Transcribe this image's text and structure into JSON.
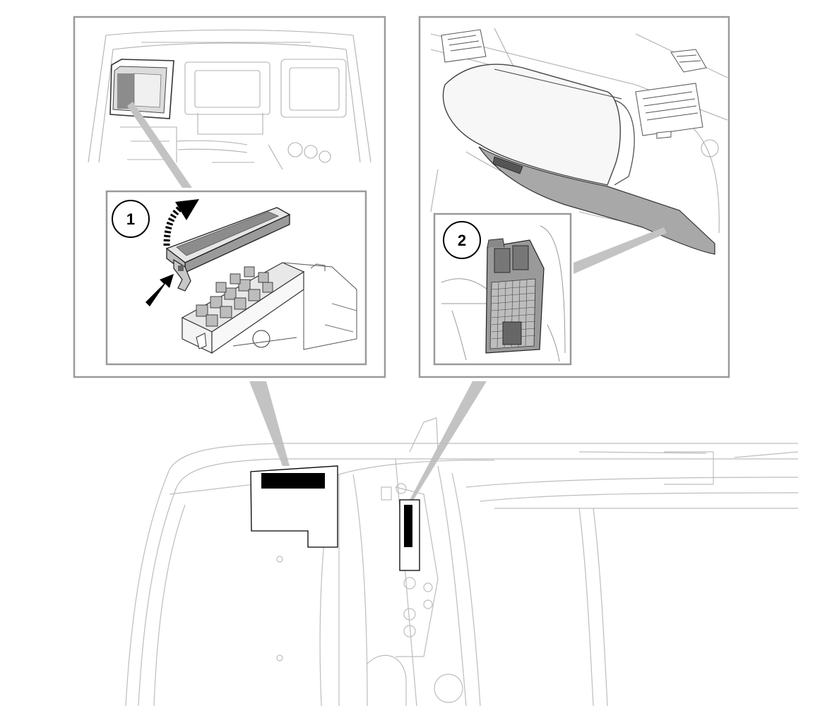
{
  "figure": {
    "callouts": [
      {
        "number": "1"
      },
      {
        "number": "2"
      }
    ],
    "figure_code": "",
    "colors": {
      "panel_border": "#9a9a9a",
      "line_art": "#555555",
      "light_line": "#b5b5b5",
      "pointer_fill": "#c3c3c3",
      "highlight_black": "#000000",
      "cover_grey": "#8c8c8c",
      "glovebox_shade": "#a8a8a8"
    },
    "icons": [
      "callout-circle-1",
      "callout-circle-2",
      "lift-arrow-icon",
      "push-arrow-icon"
    ]
  }
}
